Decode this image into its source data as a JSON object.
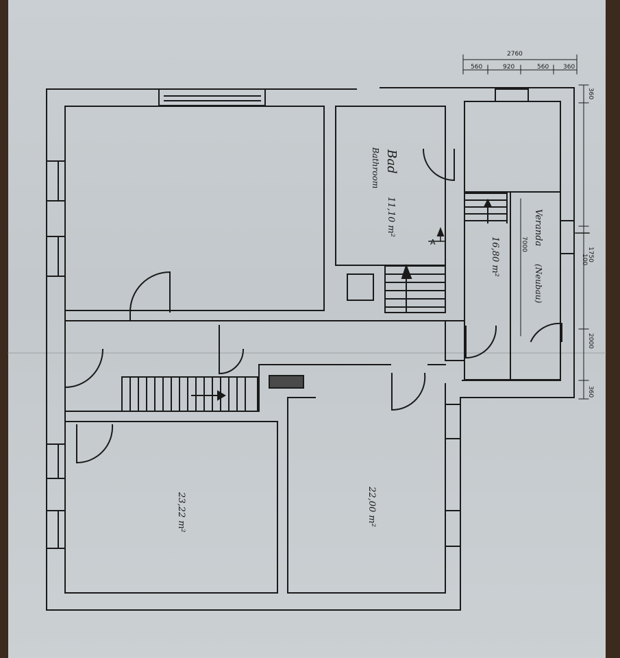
{
  "colors": {
    "paper": "#c6ccce",
    "ink": "#1a1a1a",
    "wood": "#3d2a1e"
  },
  "dimensions": {
    "top_total": "2760",
    "top_parts": [
      "560",
      "920",
      "560",
      "360"
    ],
    "right_parts": [
      "360",
      "1750",
      "100",
      "2000",
      "360"
    ],
    "veranda_length": "7000"
  },
  "rooms": {
    "bad": {
      "name": "Bad",
      "subtitle": "Bathroom",
      "area": "11,10 m²"
    },
    "veranda": {
      "name": "Veranda",
      "note": "(Neubau)",
      "area": "16,80 m²"
    },
    "room_left": {
      "area": "23,22 m²"
    },
    "room_right": {
      "area": "22,00 m²"
    }
  },
  "section_mark": "A"
}
